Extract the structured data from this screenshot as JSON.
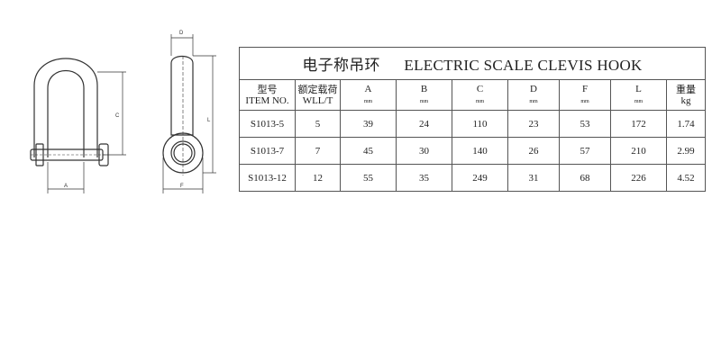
{
  "drawing": {
    "labels": {
      "A": "A",
      "C": "C",
      "D": "D",
      "F": "F",
      "L": "L"
    }
  },
  "table": {
    "title_cn": "电子称吊环",
    "title_en": "ELECTRIC SCALE CLEVIS HOOK",
    "headers": [
      {
        "top": "型号",
        "bottom": "ITEM NO."
      },
      {
        "top": "额定载荷",
        "bottom": "WLL/T"
      },
      {
        "top": "A",
        "bottom": "mm"
      },
      {
        "top": "B",
        "bottom": "mm"
      },
      {
        "top": "C",
        "bottom": "mm"
      },
      {
        "top": "D",
        "bottom": "mm"
      },
      {
        "top": "F",
        "bottom": "mm"
      },
      {
        "top": "L",
        "bottom": "mm"
      },
      {
        "top": "重量",
        "bottom": "kg"
      }
    ],
    "rows": [
      [
        "S1013-5",
        "5",
        "39",
        "24",
        "110",
        "23",
        "53",
        "172",
        "1.74"
      ],
      [
        "S1013-7",
        "7",
        "45",
        "30",
        "140",
        "26",
        "57",
        "210",
        "2.99"
      ],
      [
        "S1013-12",
        "12",
        "55",
        "35",
        "249",
        "31",
        "68",
        "226",
        "4.52"
      ]
    ]
  }
}
